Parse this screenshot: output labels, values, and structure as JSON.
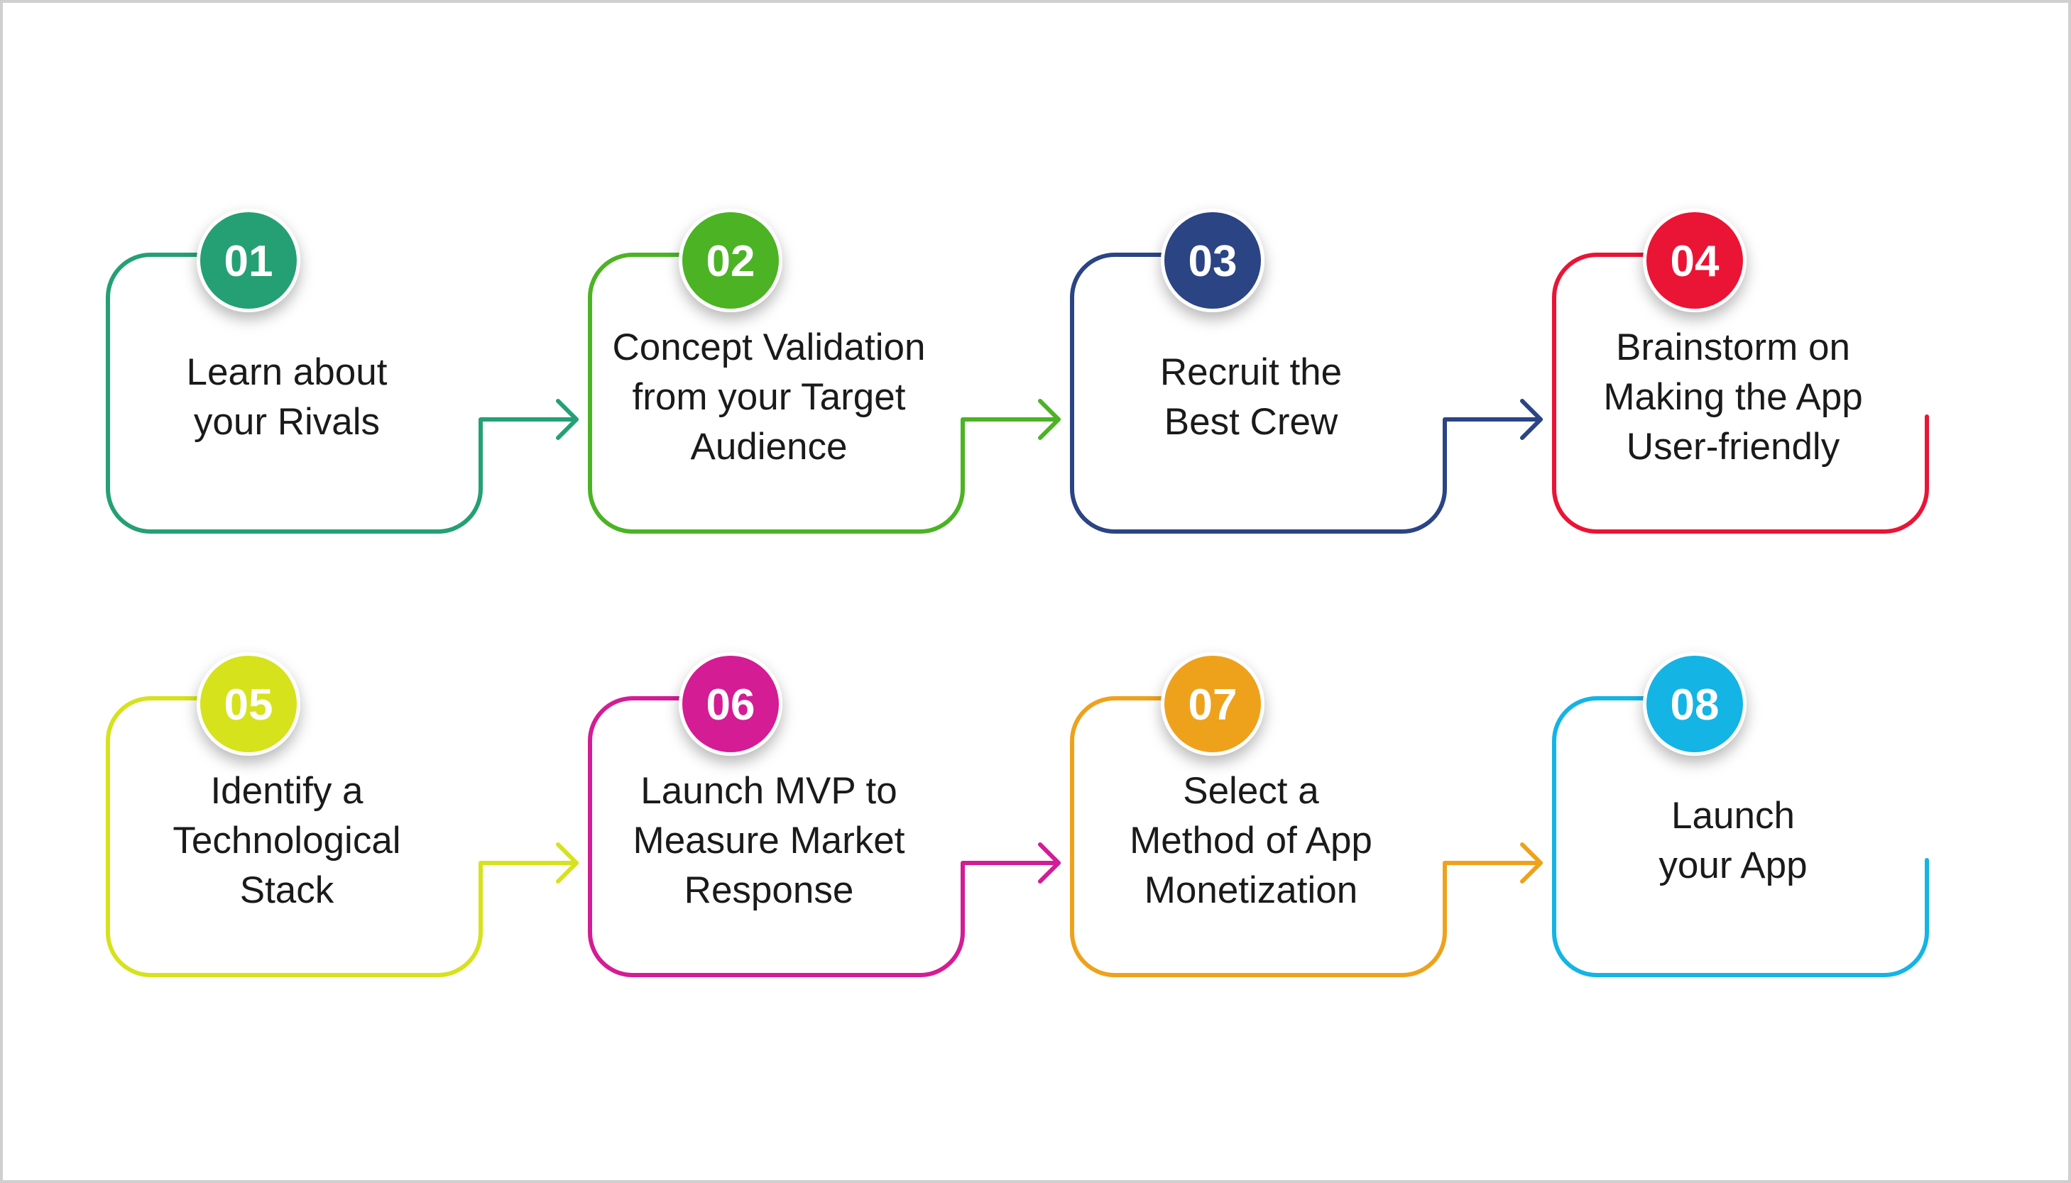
{
  "steps": [
    {
      "number": "01",
      "color": "#24a074",
      "lines": [
        "Learn about",
        "your Rivals"
      ]
    },
    {
      "number": "02",
      "color": "#4cb324",
      "lines": [
        "Concept Validation",
        "from your Target",
        "Audience"
      ]
    },
    {
      "number": "03",
      "color": "#2a4484",
      "lines": [
        "Recruit the",
        "Best Crew"
      ]
    },
    {
      "number": "04",
      "color": "#ea1434",
      "lines": [
        "Brainstorm on",
        "Making the App",
        "User-friendly"
      ]
    },
    {
      "number": "05",
      "color": "#d6e21c",
      "lines": [
        "Identify a",
        "Technological",
        "Stack"
      ]
    },
    {
      "number": "06",
      "color": "#d41c94",
      "lines": [
        "Launch MVP to",
        "Measure Market",
        "Response"
      ]
    },
    {
      "number": "07",
      "color": "#eea21c",
      "lines": [
        "Select a",
        "Method of App",
        "Monetization"
      ]
    },
    {
      "number": "08",
      "color": "#14b4e4",
      "lines": [
        "Launch",
        "your App"
      ]
    }
  ]
}
